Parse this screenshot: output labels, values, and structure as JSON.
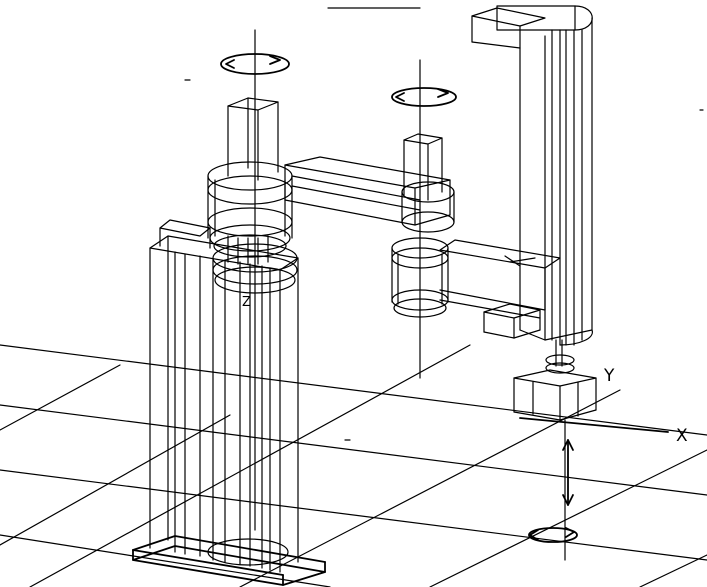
{
  "labels": {
    "x_axis": "X",
    "y_axis": "Y",
    "z_axis": "Z"
  }
}
